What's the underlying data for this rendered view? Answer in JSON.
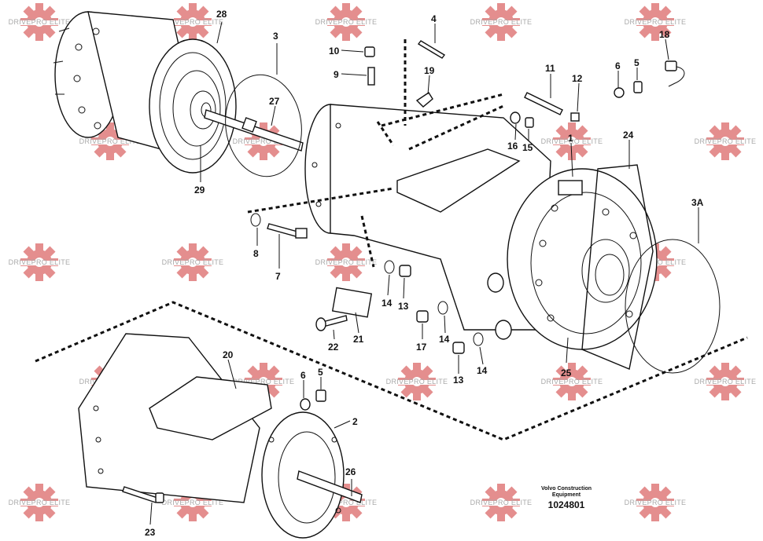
{
  "watermark": {
    "text": "DRIVEPRO ELITE",
    "gear_color": "#e07a7a"
  },
  "callouts": [
    {
      "id": "28",
      "label": "28"
    },
    {
      "id": "3",
      "label": "3"
    },
    {
      "id": "4",
      "label": "4"
    },
    {
      "id": "10",
      "label": "10"
    },
    {
      "id": "9",
      "label": "9"
    },
    {
      "id": "18",
      "label": "18"
    },
    {
      "id": "19",
      "label": "19"
    },
    {
      "id": "11",
      "label": "11"
    },
    {
      "id": "6a",
      "label": "6"
    },
    {
      "id": "5a",
      "label": "5"
    },
    {
      "id": "12",
      "label": "12"
    },
    {
      "id": "27",
      "label": "27"
    },
    {
      "id": "16",
      "label": "16"
    },
    {
      "id": "15",
      "label": "15"
    },
    {
      "id": "1",
      "label": "1"
    },
    {
      "id": "24",
      "label": "24"
    },
    {
      "id": "29",
      "label": "29"
    },
    {
      "id": "3A",
      "label": "3A"
    },
    {
      "id": "8",
      "label": "8"
    },
    {
      "id": "7",
      "label": "7"
    },
    {
      "id": "14a",
      "label": "14"
    },
    {
      "id": "13a",
      "label": "13"
    },
    {
      "id": "22",
      "label": "22"
    },
    {
      "id": "21",
      "label": "21"
    },
    {
      "id": "17",
      "label": "17"
    },
    {
      "id": "14b",
      "label": "14"
    },
    {
      "id": "13b",
      "label": "13"
    },
    {
      "id": "14c",
      "label": "14"
    },
    {
      "id": "25",
      "label": "25"
    },
    {
      "id": "20",
      "label": "20"
    },
    {
      "id": "6b",
      "label": "6"
    },
    {
      "id": "5b",
      "label": "5"
    },
    {
      "id": "2",
      "label": "2"
    },
    {
      "id": "26",
      "label": "26"
    },
    {
      "id": "23",
      "label": "23"
    }
  ],
  "footer": {
    "brand_line1": "Volvo Construction",
    "brand_line2": "Equipment",
    "drawing_number": "1024801"
  }
}
